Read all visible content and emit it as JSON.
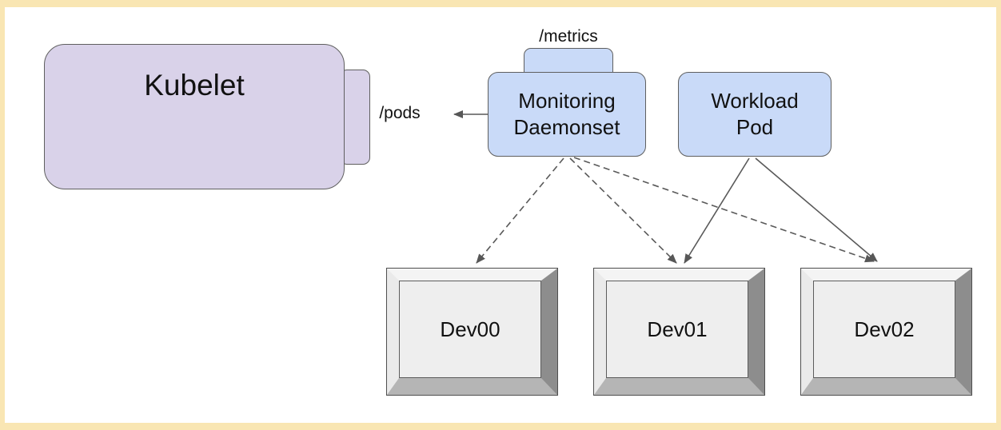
{
  "nodes": {
    "kubelet": {
      "label": "Kubelet",
      "fill": "#d9d2e9"
    },
    "monitoring": {
      "label": "Monitoring\nDaemonset",
      "fill": "#c9daf8"
    },
    "workload": {
      "label": "Workload\nPod",
      "fill": "#c9daf8"
    },
    "devices": [
      {
        "label": "Dev00"
      },
      {
        "label": "Dev01"
      },
      {
        "label": "Dev02"
      }
    ]
  },
  "endpoints": {
    "pods": "/pods",
    "metrics": "/metrics"
  },
  "edges": [
    {
      "from": "monitoring-daemonset",
      "to": "kubelet-pods-endpoint",
      "style": "solid",
      "direction": "left"
    },
    {
      "from": "monitoring-daemonset",
      "to": "dev00",
      "style": "dashed"
    },
    {
      "from": "monitoring-daemonset",
      "to": "dev01",
      "style": "dashed"
    },
    {
      "from": "monitoring-daemonset",
      "to": "dev02",
      "style": "dashed"
    },
    {
      "from": "workload-pod",
      "to": "dev01",
      "style": "solid"
    },
    {
      "from": "workload-pod",
      "to": "dev02",
      "style": "solid"
    }
  ],
  "colors": {
    "frame_border": "#f9e6b3",
    "kubelet_fill": "#d9d2e9",
    "pod_fill": "#c9daf8",
    "box_stroke": "#5f5f5f",
    "arrow_stroke": "#595959",
    "device_face": "#eeeeee",
    "device_bevel_dark": "#8d8d8d",
    "device_bevel_bottom": "#b5b5b5"
  }
}
